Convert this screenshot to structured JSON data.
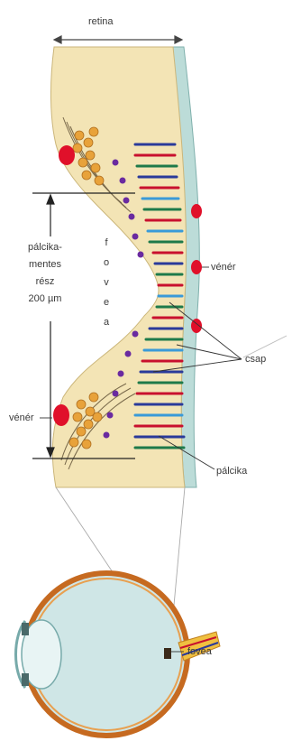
{
  "labels": {
    "retina": "retina",
    "rod_free_1": "pálcika-",
    "rod_free_2": "mentes",
    "rod_free_3": "rész",
    "rod_free_4": "200 µm",
    "fovea_vertical": [
      "f",
      "o",
      "v",
      "e",
      "a"
    ],
    "blood_vessel_right": "vénér",
    "blood_vessel_left": "vénér",
    "cone": "csap",
    "rod": "pálcika",
    "fovea": "fovea"
  },
  "colors": {
    "retina_fill": "#f3e4b5",
    "choroid": "#bcdcd8",
    "blood_red": "#e0102a",
    "ganglion_orange": "#e8a23a",
    "rod_blue": "#2a3a9a",
    "cone_red": "#c8102e",
    "cone_green": "#1e7a4a",
    "cone_lightblue": "#3a9ad8",
    "bipolar_purple": "#6a2aa0",
    "eye_outline": "#c66a20",
    "eye_vitreous": "#cfe6e6",
    "optic_nerve": "#f0c040"
  }
}
